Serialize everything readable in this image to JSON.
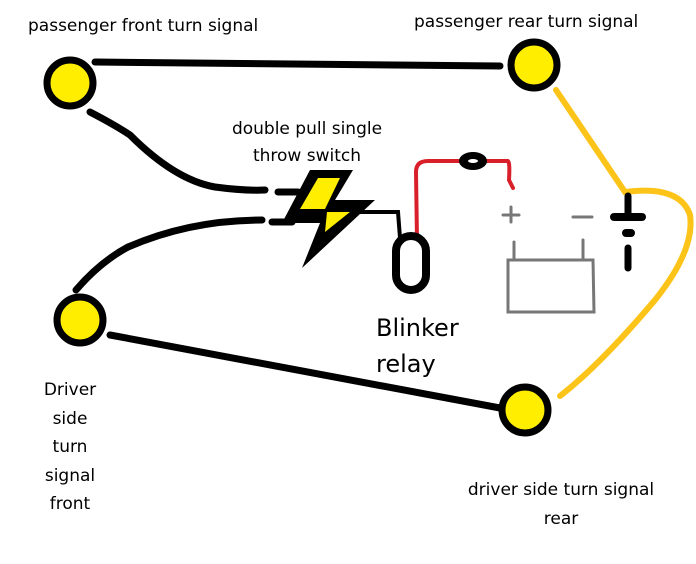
{
  "labels": {
    "passenger_front": "passenger front turn signal",
    "passenger_rear": "passenger rear turn signal",
    "switch_line1": "double pull single",
    "switch_line2": "throw switch",
    "relay_line1": "Blinker",
    "relay_line2": "relay",
    "driver_front": [
      "Driver",
      "side",
      "turn",
      "signal",
      "front"
    ],
    "driver_rear_line1": "driver side turn signal",
    "driver_rear_line2": "rear",
    "battery_plus": "+",
    "battery_minus": "−"
  },
  "colors": {
    "lamp": "#ffee00",
    "wire": "#000000",
    "ground_wire": "#fcc419",
    "power_wire": "#d9202a",
    "battery_sketch": "#777777"
  }
}
